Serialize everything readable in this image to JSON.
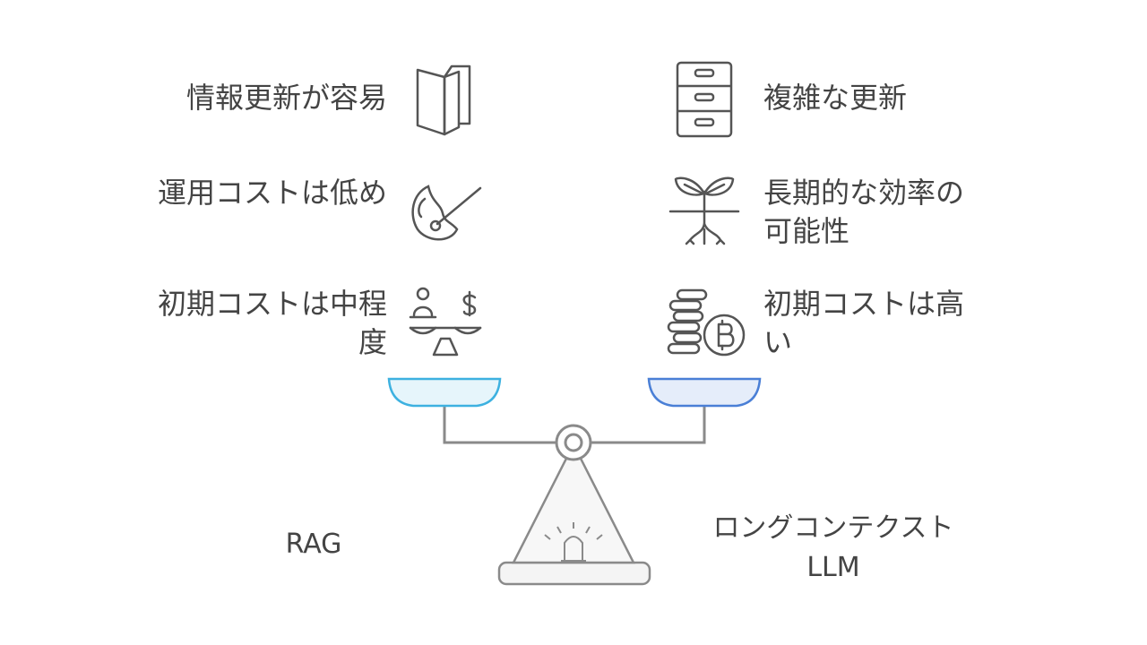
{
  "left_side": {
    "name": "RAG",
    "pan_color": "#3db1e0",
    "pan_fill": "#e6f5fb",
    "items": [
      {
        "label": "情報更新が容易",
        "icon": "folder-icon"
      },
      {
        "label": "運用コストは低め",
        "icon": "palette-icon"
      },
      {
        "label": "初期コストは中程度",
        "icon": "balance-person-dollar-icon"
      }
    ]
  },
  "right_side": {
    "name": "ロングコンテクスト LLM",
    "pan_color": "#4a7fd6",
    "pan_fill": "#e5edfa",
    "items": [
      {
        "label": "複雑な更新",
        "icon": "filing-cabinet-icon"
      },
      {
        "label": "長期的な効率の可能性",
        "icon": "sprout-icon"
      },
      {
        "label": "初期コストは高い",
        "icon": "coins-bitcoin-icon"
      }
    ]
  },
  "colors": {
    "line": "#8a8a8a",
    "icon_stroke": "#555555",
    "text": "#444444"
  }
}
